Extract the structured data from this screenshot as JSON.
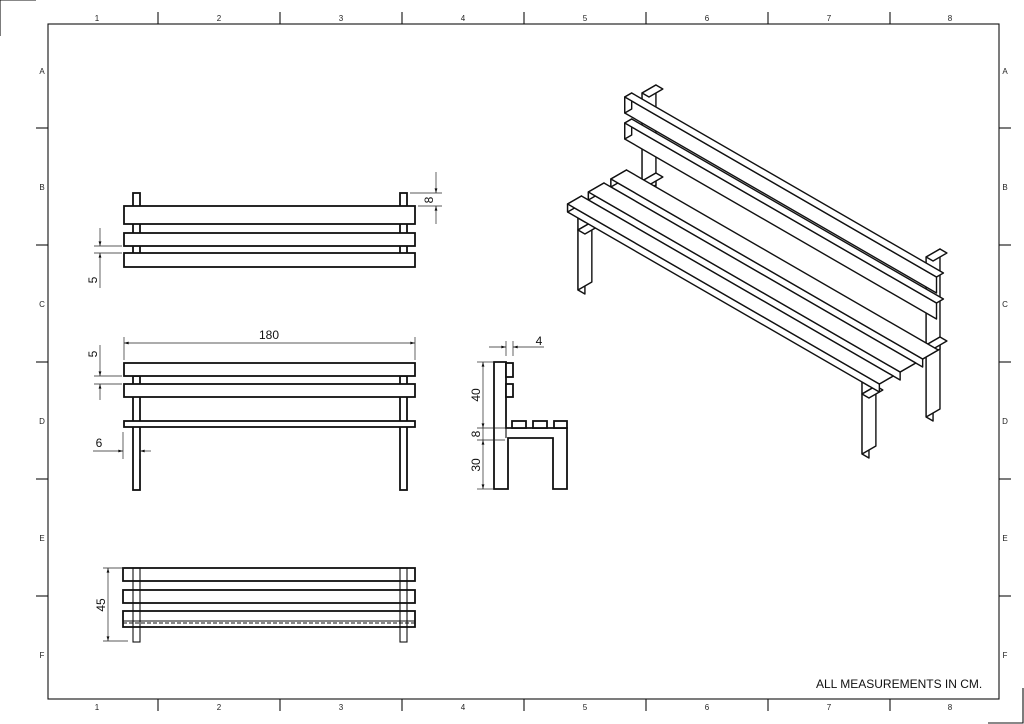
{
  "frame": {
    "columns": [
      "1",
      "2",
      "3",
      "4",
      "5",
      "6",
      "7",
      "8"
    ],
    "rows": [
      "A",
      "B",
      "C",
      "D",
      "E",
      "F"
    ]
  },
  "dimensions": {
    "top_view": {
      "post_height": "8",
      "rail_gap": "5"
    },
    "front_view": {
      "length": "180",
      "rail_gap": "5",
      "leg_offset": "6"
    },
    "side_view": {
      "rail_depth": "4",
      "back_height": "40",
      "seat_height": "8",
      "leg_height": "30"
    },
    "plan_view": {
      "depth": "45"
    }
  },
  "note": "ALL MEASUREMENTS IN CM."
}
